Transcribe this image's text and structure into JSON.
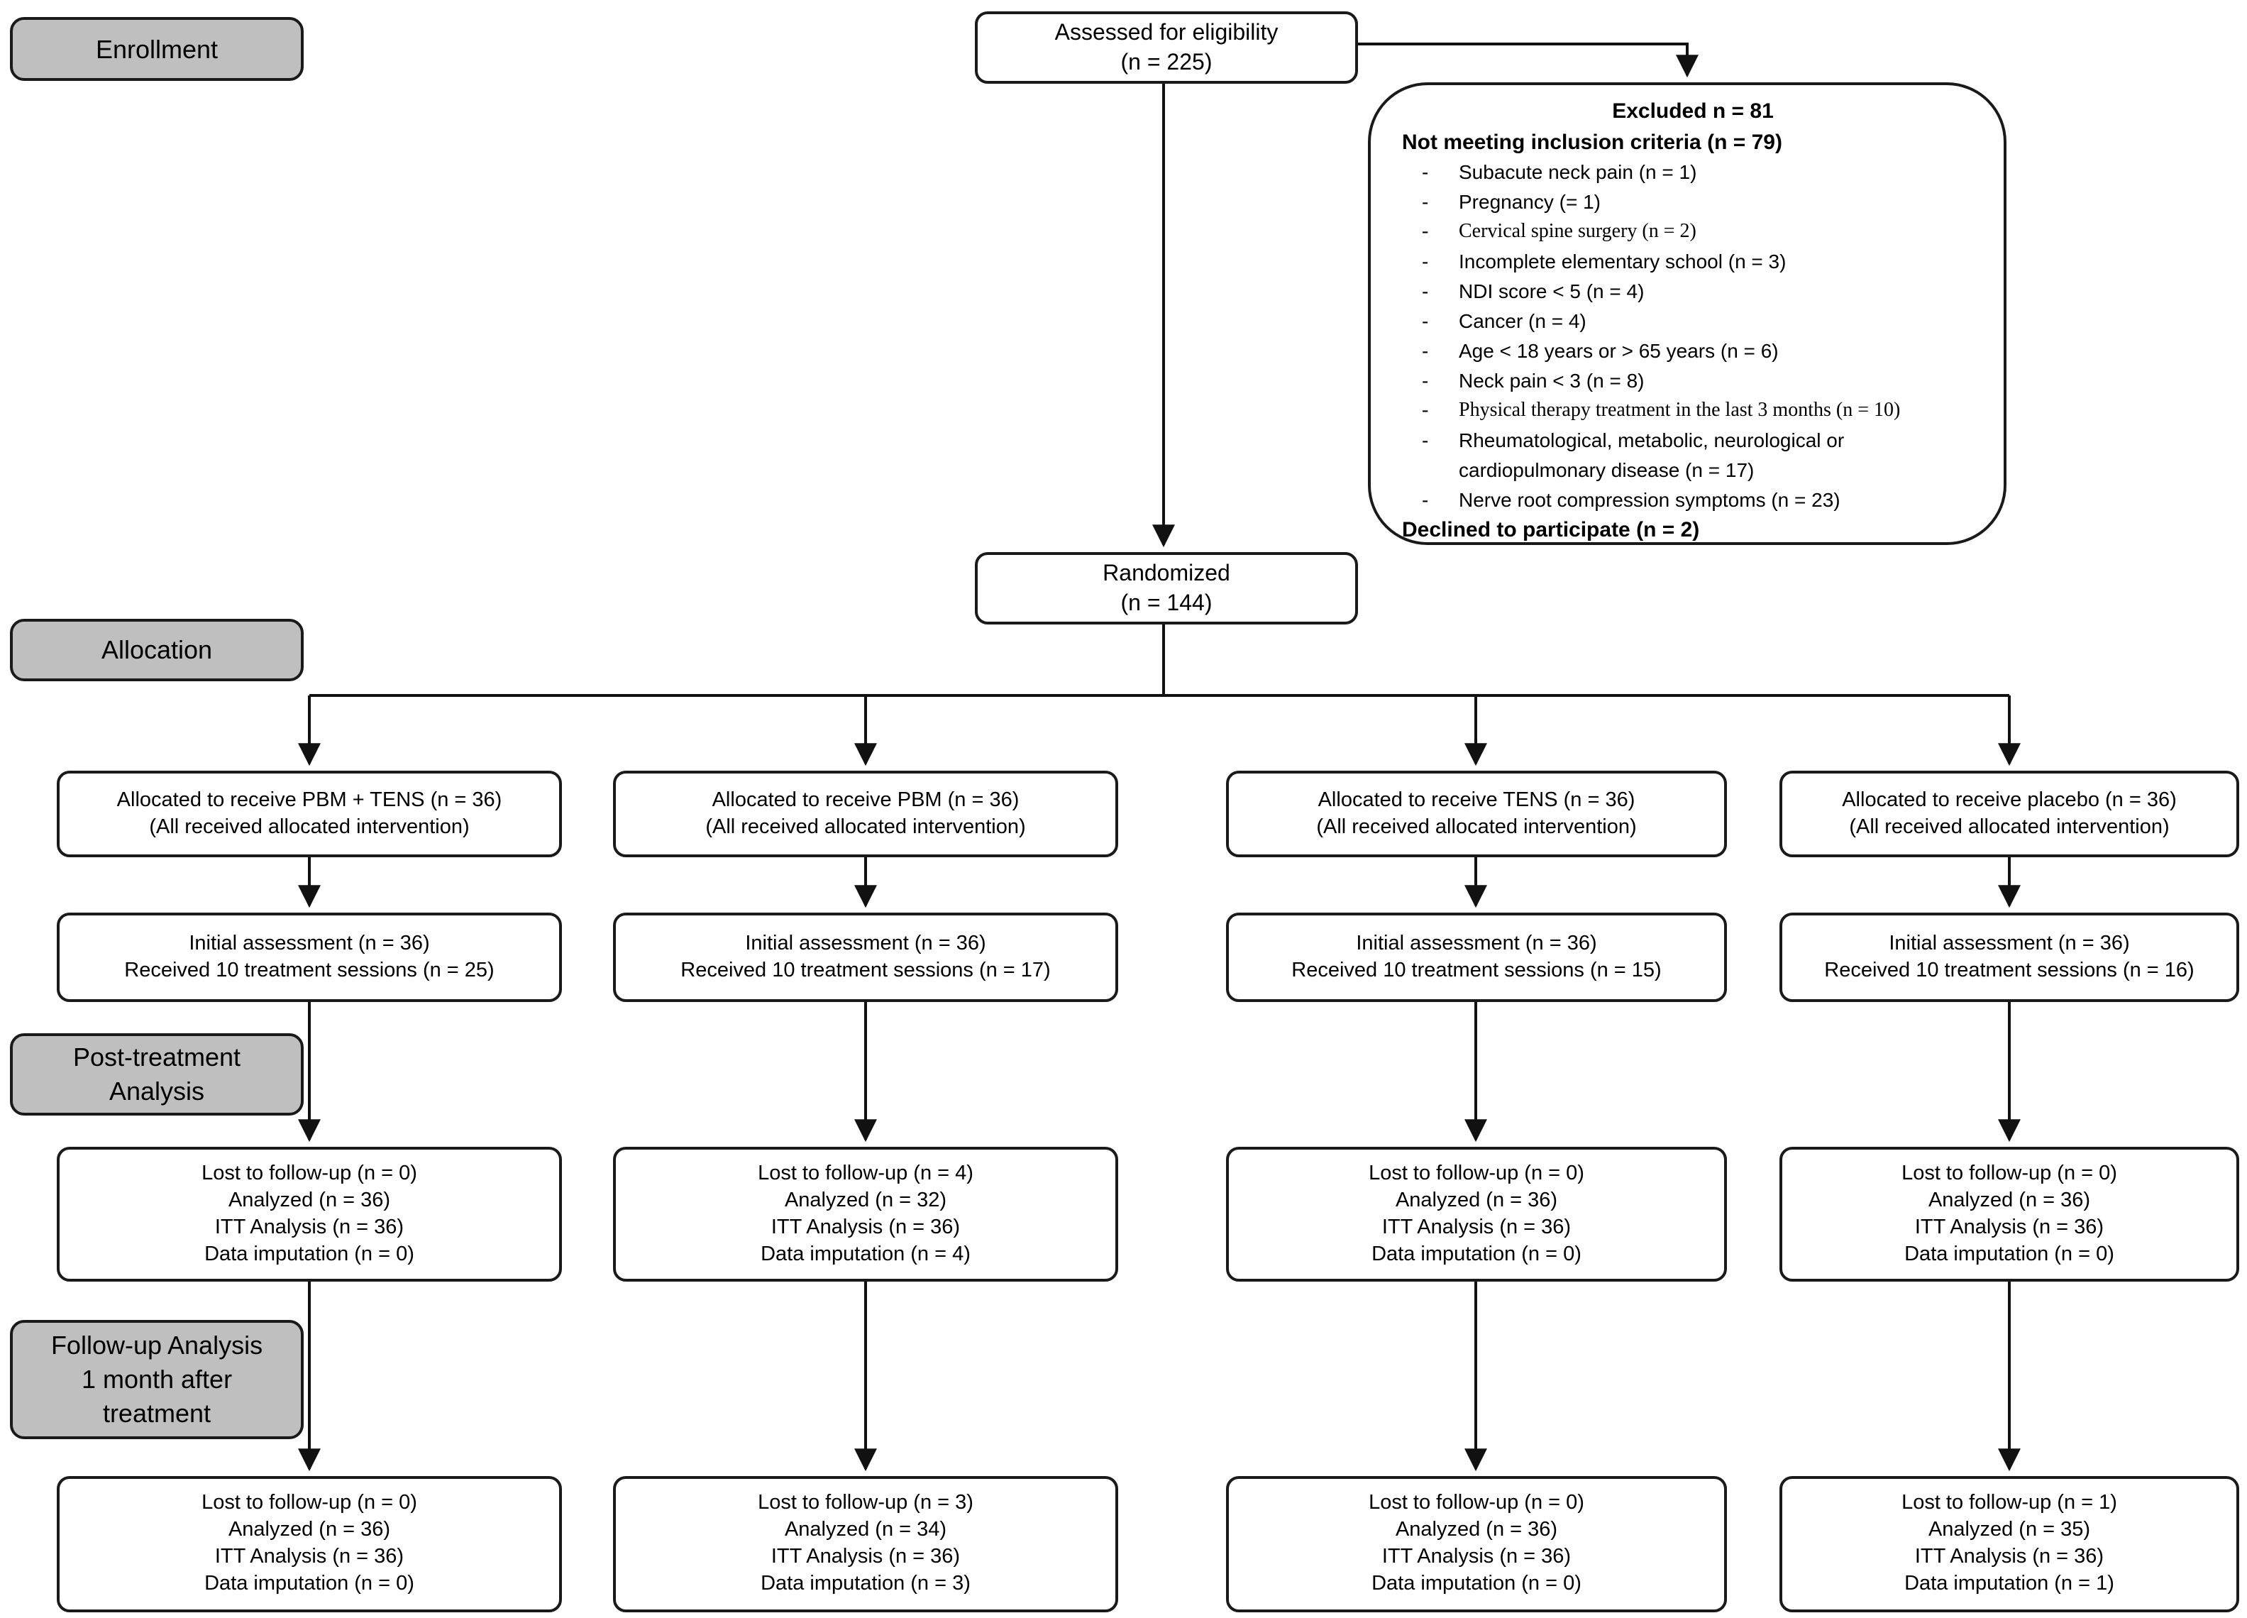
{
  "stages": {
    "enrollment": "Enrollment",
    "allocation": "Allocation",
    "post": [
      "Post-treatment",
      "Analysis"
    ],
    "followup": [
      "Follow-up Analysis",
      "1 month after",
      "treatment"
    ]
  },
  "assessed": {
    "line1": "Assessed for eligibility",
    "line2": "(n = 225)"
  },
  "randomized": {
    "line1": "Randomized",
    "line2": "(n = 144)"
  },
  "excluded": {
    "title": "Excluded n = 81",
    "subtitle": "Not meeting inclusion criteria  (n = 79)",
    "bullet": "-",
    "reasons": [
      "Subacute neck pain (n = 1)",
      "Pregnancy (= 1)",
      "Cervical  spine surgery (n = 2)",
      "Incomplete elementary school (n = 3)",
      "NDI score < 5 (n = 4)",
      "Cancer (n = 4)",
      "Age < 18 years or > 65 years (n = 6)",
      "Neck pain < 3 (n = 8)",
      "Physical therapy treatment in the last 3 months (n = 10)",
      "Rheumatological, metabolic, neurological or cardiopulmonary disease (n = 17)",
      "Nerve root compression symptoms (n = 23)"
    ],
    "footer": "Declined to participate (n = 2)"
  },
  "columns": [
    {
      "allocated_line1": "Allocated to receive PBM + TENS (n = 36)",
      "allocated_line2": "(All received  allocated intervention)",
      "initial_line1": "Initial assessment (n = 36)",
      "initial_line2": "Received  10 treatment sessions (n = 25)",
      "post": [
        "Lost to follow-up  (n = 0)",
        "Analyzed (n = 36)",
        "ITT  Analysis (n = 36)",
        "Data imputation (n = 0)"
      ],
      "followup": [
        "Lost to follow-up  (n = 0)",
        "Analyzed (n = 36)",
        "ITT  Analysis (n = 36)",
        "Data imputation (n = 0)"
      ]
    },
    {
      "allocated_line1": "Allocated to receive  PBM (n = 36)",
      "allocated_line2": "(All received  allocated intervention)",
      "initial_line1": "Initial assessment (n = 36)",
      "initial_line2": "Received  10 treatment sessions (n = 17)",
      "post": [
        "Lost to follow-up  (n = 4)",
        "Analyzed (n = 32)",
        "ITT  Analysis (n = 36)",
        "Data imputation (n = 4)"
      ],
      "followup": [
        "Lost to follow-up  (n = 3)",
        "Analyzed (n = 34)",
        "ITT  Analysis (n = 36)",
        "Data imputation (n = 3)"
      ]
    },
    {
      "allocated_line1": "Allocated to receive  TENS (n = 36)",
      "allocated_line2": "(All received  allocated intervention)",
      "initial_line1": "Initial assessment (n = 36)",
      "initial_line2": "Received  10 treatment sessions (n = 15)",
      "post": [
        "Lost to follow-up  (n = 0)",
        "Analyzed (n = 36)",
        "ITT  Analysis (n = 36)",
        "Data imputation (n = 0)"
      ],
      "followup": [
        "Lost to follow-up  (n = 0)",
        "Analyzed (n = 36)",
        "ITT  Analysis (n = 36)",
        "Data imputation (n = 0)"
      ]
    },
    {
      "allocated_line1": "Allocated to receive  placebo (n = 36)",
      "allocated_line2": "(All received  allocated intervention)",
      "initial_line1": "Initial assessment (n = 36)",
      "initial_line2": "Received  10 treatment sessions (n = 16)",
      "post": [
        "Lost to follow-up  (n = 0)",
        "Analyzed (n = 36)",
        "ITT  Analysis (n = 36)",
        "Data imputation (n = 0)"
      ],
      "followup": [
        "Lost to follow-up  (n = 1)",
        "Analyzed (n = 35)",
        "ITT  Analysis (n = 36)",
        "Data imputation (n = 1)"
      ]
    }
  ],
  "colors": {
    "stage_bg": "#bfbfbf",
    "line": "#111111",
    "box_border": "#1a1a1a"
  }
}
